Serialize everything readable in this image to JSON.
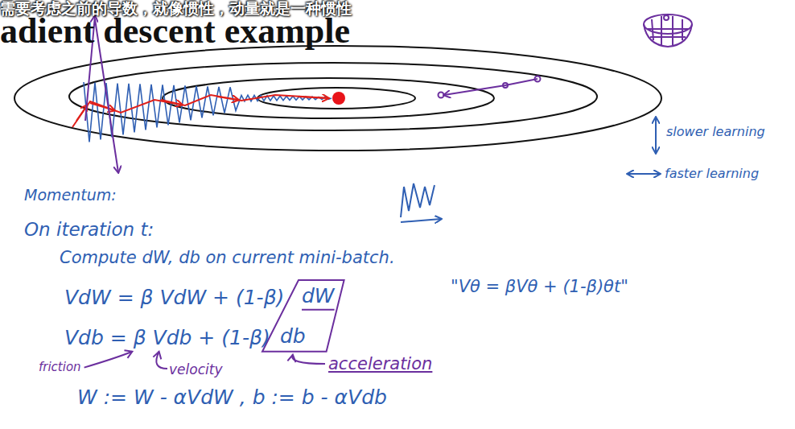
{
  "diagram": {
    "title": "adient descent example",
    "labels": [
      "需要考虑之前的导数，就像惯性，动量就是一种惯性",
      "slower learning",
      "faster learning",
      "Momentum:",
      "On iteration t:",
      "Compute dW, db on current mini-batch.",
      "VdW = β VdW + (1-β)",
      "dW",
      "\"Vθ = βVθ + (1-β)θt\"",
      "Vdb = β Vdb + (1-β)",
      "db",
      "friction",
      "velocity",
      "acceleration",
      "W := W - αVdW ,  b := b - αVdb"
    ]
  }
}
